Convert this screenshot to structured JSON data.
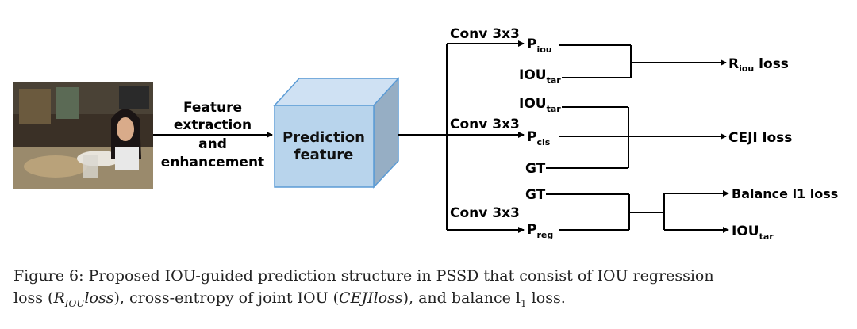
{
  "photo": {
    "description_icon": "photo-icon"
  },
  "arrow_label": [
    "Feature",
    "extraction",
    "and",
    "enhancement"
  ],
  "box": {
    "line1": "Prediction",
    "line2": "feature",
    "face_color": "#b8d4ec",
    "side_color": "#96aec4",
    "top_color": "#cfe1f3",
    "edge_color": "#5b9bd5"
  },
  "conv_labels": [
    "Conv 3x3",
    "Conv 3x3",
    "Conv 3x3"
  ],
  "branch1": {
    "in_main": "P",
    "in_main_sub": "iou",
    "in_second": "IOU",
    "in_second_sub": "tar",
    "out_main": "R",
    "out_main_sub": "iou",
    "out_suffix": " loss"
  },
  "branch2": {
    "in_top": "IOU",
    "in_top_sub": "tar",
    "in_main": "P",
    "in_main_sub": "cls",
    "in_bottom": "GT",
    "out": "CEJI loss"
  },
  "branch3": {
    "in_top": "GT",
    "in_main": "P",
    "in_main_sub": "reg",
    "out_top": "Balance l1 loss",
    "out_bottom": "IOU",
    "out_bottom_sub": "tar"
  },
  "caption": {
    "prefix": "Figure 6: Proposed IOU-guided prediction structure in PSSD that consist of IOU regression",
    "line2_a": "loss (",
    "r_var": "R",
    "r_sub": "IOU",
    "r_rest": "loss",
    "line2_b": "), cross-entropy of joint IOU (",
    "ceji": "CEJIloss",
    "line2_c": "), and balance l",
    "l_sub": "1",
    "line2_d": " loss."
  }
}
